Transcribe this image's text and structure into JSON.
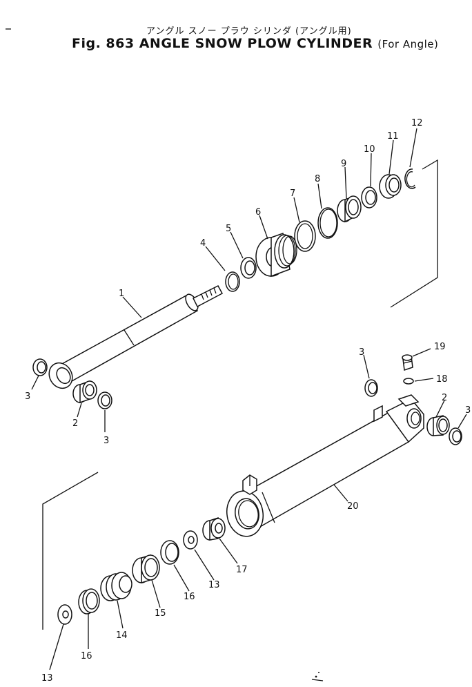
{
  "header": {
    "subtitle_jp": "アングル スノー プラウ シリンダ",
    "subtitle_jp_paren": "(アングル用)",
    "figure": "Fig. 863",
    "title": "ANGLE SNOW PLOW CYLINDER",
    "title_paren": "(For Angle)"
  },
  "callouts": [
    {
      "id": "c1",
      "text": "1"
    },
    {
      "id": "c2a",
      "text": "2"
    },
    {
      "id": "c2b",
      "text": "2"
    },
    {
      "id": "c3a",
      "text": "3"
    },
    {
      "id": "c3b",
      "text": "3"
    },
    {
      "id": "c3c",
      "text": "3"
    },
    {
      "id": "c3d",
      "text": "3"
    },
    {
      "id": "c4",
      "text": "4"
    },
    {
      "id": "c5",
      "text": "5"
    },
    {
      "id": "c6",
      "text": "6"
    },
    {
      "id": "c7",
      "text": "7"
    },
    {
      "id": "c8",
      "text": "8"
    },
    {
      "id": "c9",
      "text": "9"
    },
    {
      "id": "c10",
      "text": "10"
    },
    {
      "id": "c11",
      "text": "11"
    },
    {
      "id": "c12",
      "text": "12"
    },
    {
      "id": "c13a",
      "text": "13"
    },
    {
      "id": "c13b",
      "text": "13"
    },
    {
      "id": "c14",
      "text": "14"
    },
    {
      "id": "c15",
      "text": "15"
    },
    {
      "id": "c16a",
      "text": "16"
    },
    {
      "id": "c16b",
      "text": "16"
    },
    {
      "id": "c17",
      "text": "17"
    },
    {
      "id": "c18",
      "text": "18"
    },
    {
      "id": "c19",
      "text": "19"
    },
    {
      "id": "c20",
      "text": "20"
    }
  ]
}
